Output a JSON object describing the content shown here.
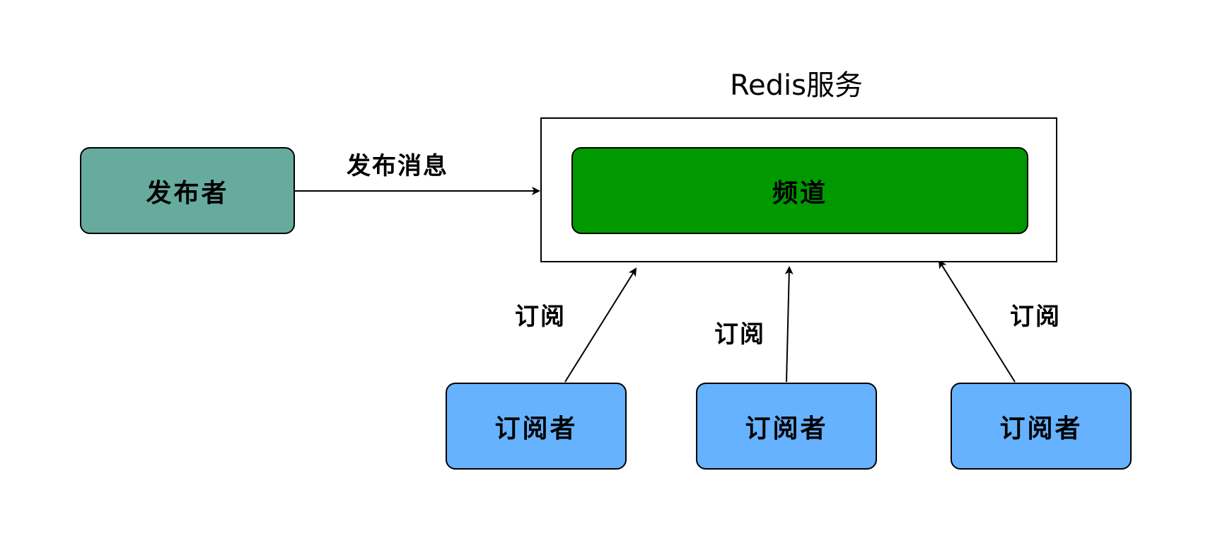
{
  "diagram": {
    "title": "Redis服务",
    "publisher": {
      "label": "发布者",
      "color": "#67AB9F"
    },
    "publish_edge_label": "发布消息",
    "channel": {
      "label": "频道",
      "color": "#009900"
    },
    "subscribers": [
      {
        "label": "订阅者",
        "color": "#66B2FF"
      },
      {
        "label": "订阅者",
        "color": "#66B2FF"
      },
      {
        "label": "订阅者",
        "color": "#66B2FF"
      }
    ],
    "subscribe_edge_labels": [
      "订阅",
      "订阅",
      "订阅"
    ]
  }
}
